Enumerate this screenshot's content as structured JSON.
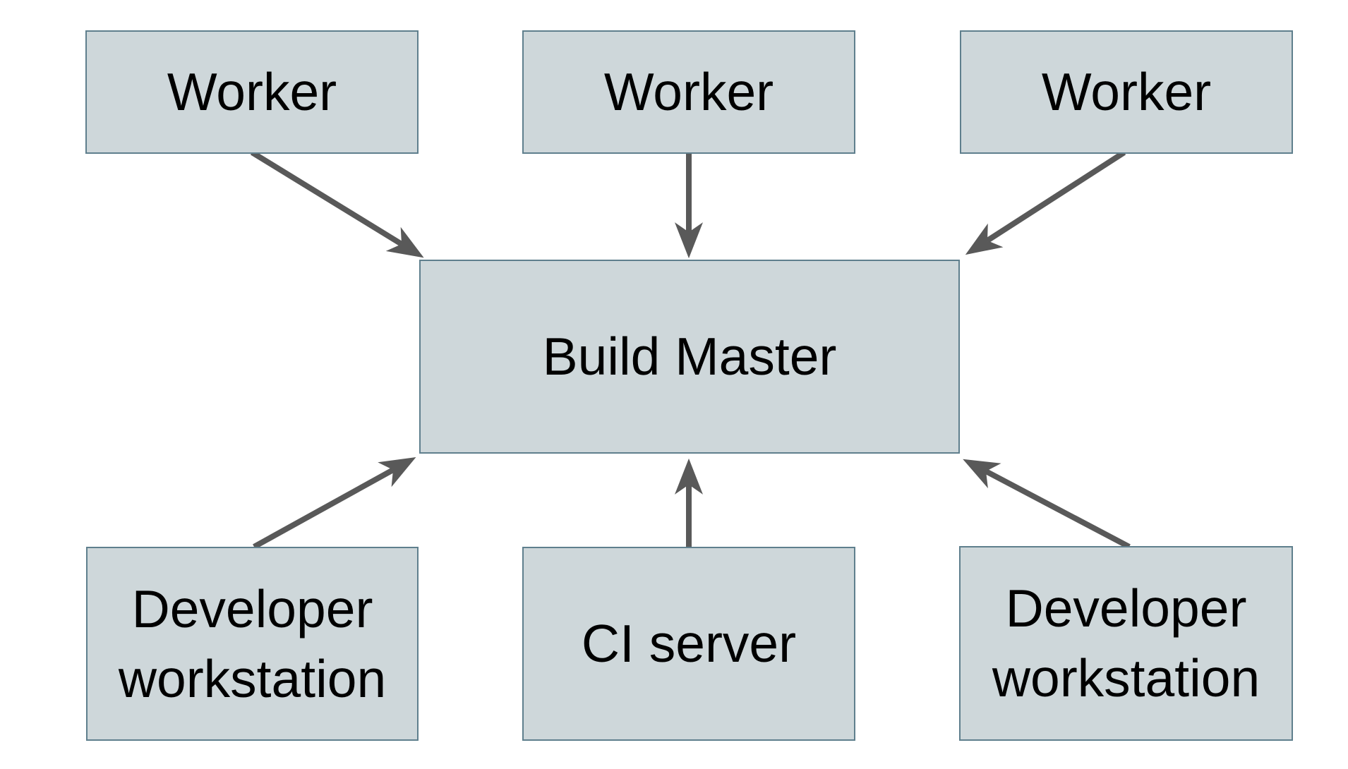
{
  "diagram": {
    "description": "Distributed build system diagram: three Workers feed into a central Build Master; two Developer workstations and a CI server also feed into the Build Master.",
    "colors": {
      "background": "#ffffff",
      "node_fill": "#ced7da",
      "node_border": "#5f7f8d",
      "arrow": "#595959",
      "text": "#000000"
    },
    "nodes": {
      "worker1": {
        "label": "Worker"
      },
      "worker2": {
        "label": "Worker"
      },
      "worker3": {
        "label": "Worker"
      },
      "build_master": {
        "label": "Build Master"
      },
      "dev_ws_left": {
        "label": "Developer workstation"
      },
      "ci_server": {
        "label": "CI server"
      },
      "dev_ws_right": {
        "label": "Developer workstation"
      }
    },
    "edges": [
      {
        "from": "worker1",
        "to": "build_master",
        "direction": "down-right"
      },
      {
        "from": "worker2",
        "to": "build_master",
        "direction": "down"
      },
      {
        "from": "worker3",
        "to": "build_master",
        "direction": "down-left"
      },
      {
        "from": "dev_ws_left",
        "to": "build_master",
        "direction": "up-right"
      },
      {
        "from": "ci_server",
        "to": "build_master",
        "direction": "up"
      },
      {
        "from": "dev_ws_right",
        "to": "build_master",
        "direction": "up-left"
      }
    ]
  }
}
